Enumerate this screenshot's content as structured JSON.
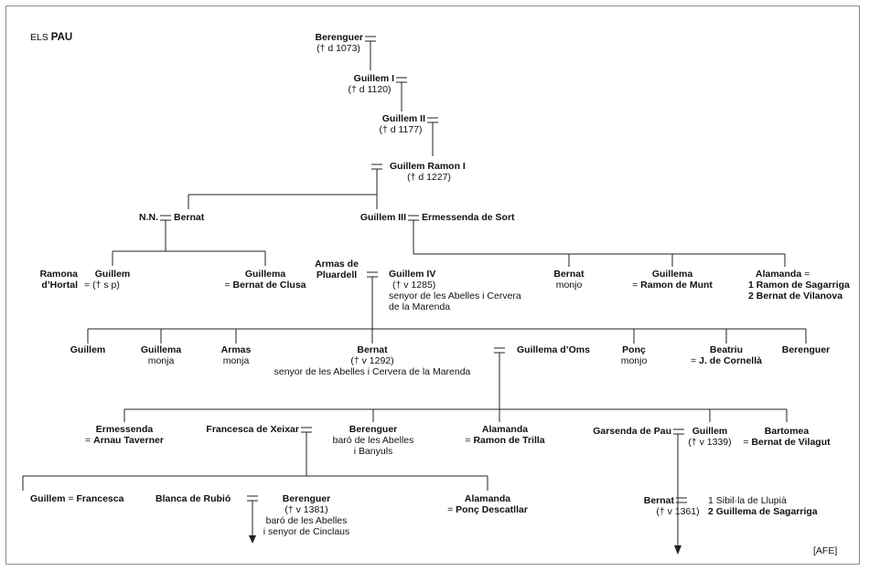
{
  "title_prefix": "ELS",
  "title_name": "PAU",
  "source": "[AFE]",
  "marriage_symbol": "=",
  "people": {
    "berenguer_1": {
      "name": "Berenguer",
      "note": "(† d 1073)"
    },
    "guillem_i": {
      "name": "Guillem I",
      "note": "(† d 1120)"
    },
    "guillem_ii": {
      "name": "Guillem II",
      "note": "(† d 1177)"
    },
    "guillem_ramon_i": {
      "name": "Guillem Ramon I",
      "note": "(† d 1227)"
    },
    "nn": {
      "name": "N.N."
    },
    "bernat_1": {
      "name": "Bernat"
    },
    "guillem_iii": {
      "name": "Guillem III"
    },
    "ermessenda_sort": {
      "name": "Ermessenda de Sort"
    },
    "ramona": {
      "name1": "Ramona",
      "name2": "d’Hortal"
    },
    "guillem_sp": {
      "name": "Guillem",
      "note": "(† s p)"
    },
    "guillema_1": {
      "name": "Guillema",
      "spouse": "Bernat de Clusa"
    },
    "armas_pluardell": {
      "name1": "Armas de",
      "name2": "Pluardell"
    },
    "guillem_iv": {
      "name": "Guillem IV",
      "note": "(† v 1285)",
      "line1": "senyor de les Abelles i Cervera",
      "line2": "de la Marenda"
    },
    "bernat_monjo": {
      "name": "Bernat",
      "note": "monjo"
    },
    "guillema_2": {
      "name": "Guillema",
      "spouse": "Ramon de Munt"
    },
    "alamanda_1": {
      "name": "Alamanda",
      "spouse1": "1 Ramon de Sagarriga",
      "spouse2": "2 Bernat de Vilanova"
    },
    "guillem_g4": {
      "name": "Guillem"
    },
    "guillema_monja": {
      "name": "Guillema",
      "note": "monja"
    },
    "armas_monja": {
      "name": "Armas",
      "note": "monja"
    },
    "bernat_1292": {
      "name": "Bernat",
      "note": "(† v 1292)",
      "line1": "senyor de les Abelles i Cervera de la Marenda"
    },
    "guillema_oms": {
      "name": "Guillema d’Oms"
    },
    "ponc_monjo": {
      "name": "Ponç",
      "note": "monjo"
    },
    "beatriu": {
      "name": "Beatriu",
      "spouse": "J. de Cornellà"
    },
    "berenguer_g4": {
      "name": "Berenguer"
    },
    "ermessenda_2": {
      "name": "Ermessenda",
      "spouse": "Arnau Taverner"
    },
    "francesca_xeixar": {
      "name": "Francesca de Xeixar"
    },
    "berenguer_baro": {
      "name": "Berenguer",
      "line1": "baró de les Abelles",
      "line2": "i Banyuls"
    },
    "alamanda_2": {
      "name": "Alamanda",
      "spouse": "Ramon de Trilla"
    },
    "garsenda": {
      "name": "Garsenda de Pau"
    },
    "guillem_1339": {
      "name": "Guillem",
      "note": "(† v 1339)"
    },
    "bartomea": {
      "name": "Bartomea",
      "spouse": "Bernat de Vilagut"
    },
    "guillem_g6": {
      "name": "Guillem",
      "spouse": "Francesca"
    },
    "blanca_rubio": {
      "name": "Blanca de Rubió"
    },
    "berenguer_1381": {
      "name": "Berenguer",
      "note": "(† v 1381)",
      "line1": "baró de les Abelles",
      "line2": "i senyor de Cinclaus"
    },
    "alamanda_3": {
      "name": "Alamanda",
      "spouse": "Ponç Descatllar"
    },
    "bernat_1361": {
      "name": "Bernat",
      "note": "(† v 1361)",
      "spouse1": "1 Sibil·la de Llupià",
      "spouse2": "2 Guillema de Sagarriga"
    }
  }
}
